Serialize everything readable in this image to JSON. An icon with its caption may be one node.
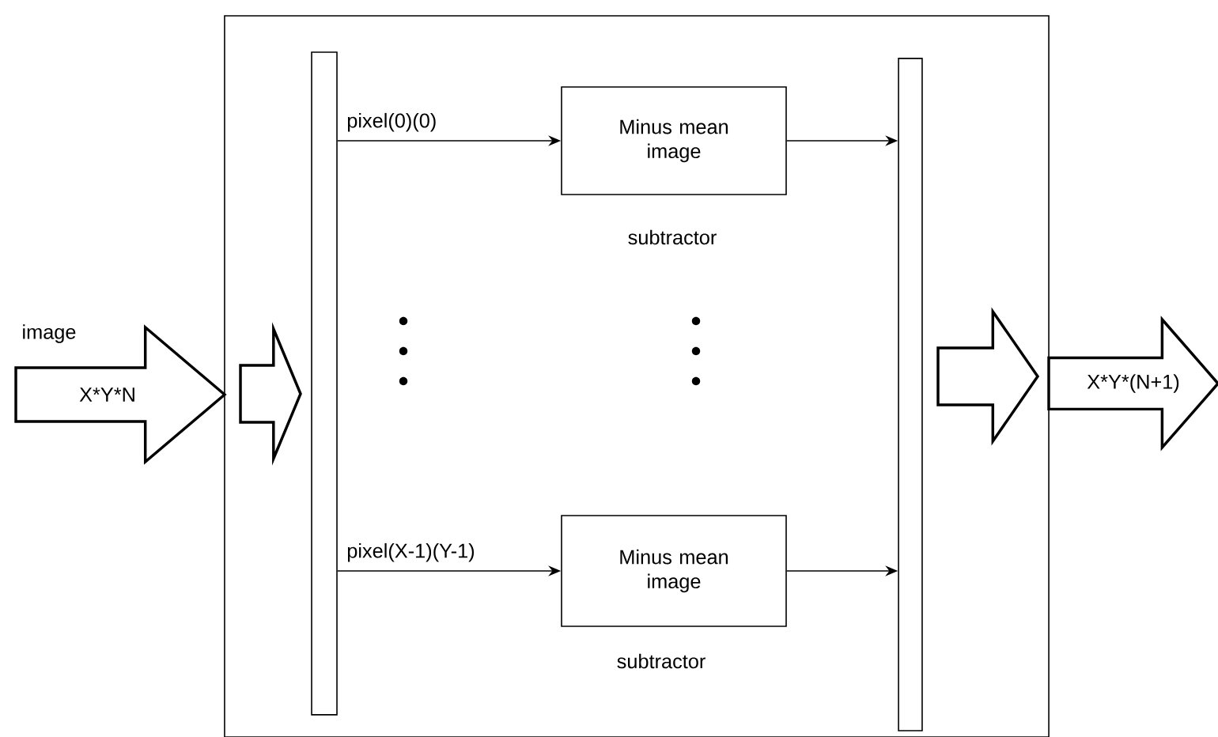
{
  "diagram": {
    "nodes": [
      {
        "text": [],
        "shape": "box"
      },
      {
        "text": [],
        "shape": "bar",
        "in": 0
      },
      {
        "text": [
          "Minus mean image"
        ],
        "beside": [
          "subtractor"
        ],
        "in": 0
      },
      {
        "text": [
          "Minus mean image"
        ],
        "beside": [
          "subtractor"
        ],
        "in": 0
      },
      {
        "text": [],
        "shape": "bar",
        "in": 0
      },
      {
        "text": [
          "X*Y*N"
        ],
        "beside": [
          "image"
        ]
      },
      {
        "text": [
          "X*Y*(N+1)"
        ]
      }
    ],
    "edges": [
      {
        "from": 5,
        "to": 1,
        "arrow": "to",
        "style": "thick"
      },
      {
        "from": 1,
        "to": 2,
        "arrow": "to",
        "label": "pixel(0)(0)"
      },
      {
        "from": 1,
        "to": 3,
        "arrow": "to",
        "label": "pixel(X-1)(Y-1)"
      },
      {
        "from": 2,
        "to": 4,
        "arrow": "to"
      },
      {
        "from": 3,
        "to": 4,
        "arrow": "to"
      },
      {
        "from": 4,
        "to": 6,
        "arrow": "to",
        "style": "thick"
      }
    ]
  }
}
